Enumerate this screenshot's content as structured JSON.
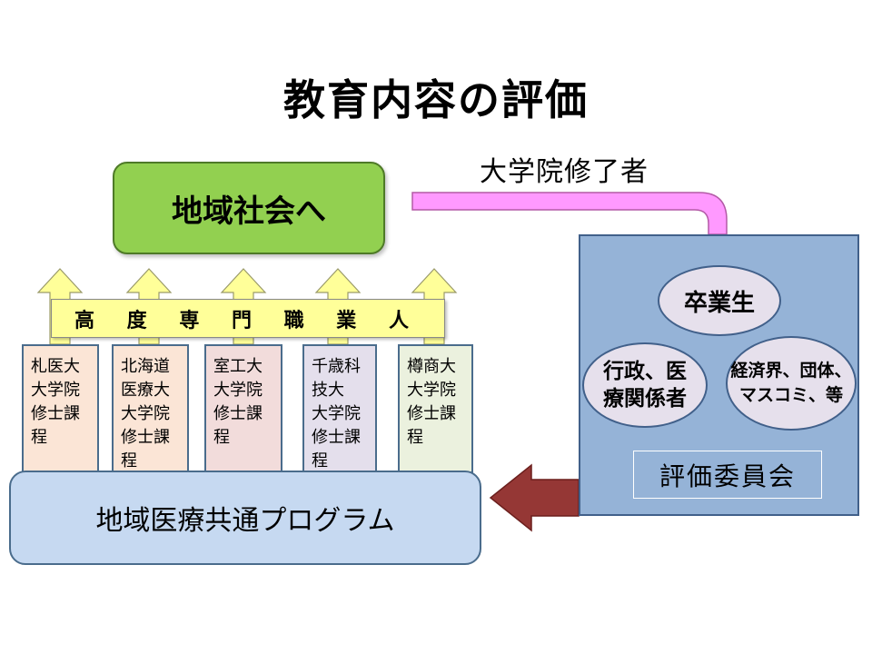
{
  "title": "教育内容の評価",
  "society_box": {
    "label": "地域社会へ"
  },
  "graduates_label": "大学院修了者",
  "banner": {
    "label": "高 度 専 門 職 業 人"
  },
  "courses": [
    {
      "label": "札医大\n大学院\n修士課\n程",
      "color": "#fbe5d6"
    },
    {
      "label": "北海道\n医療大\n大学院\n修士課\n程",
      "color": "#fbe5d6"
    },
    {
      "label": "室工大\n大学院\n修士課\n程",
      "color": "#f2dcdb"
    },
    {
      "label": "千歳科\n技大\n大学院\n修士課\n程",
      "color": "#e4dfec"
    },
    {
      "label": "樽商大\n大学院\n修士課\n程",
      "color": "#ebf1de"
    }
  ],
  "program": {
    "label": "地域医療共通プログラム"
  },
  "committee": {
    "graduates": "卒業生",
    "government": "行政、医\n療関係者",
    "economy": "経済界、団体、\nマスコミ、等",
    "label": "評価委員会"
  },
  "colors": {
    "society": "#92d050",
    "banner": "#ffff99",
    "up_arrow": "#ffff99",
    "program": "#c6d9f1",
    "committee": "#95b3d7",
    "ellipse": "#e6e0ec",
    "pink_connector": "#ff99ff",
    "feedback_arrow": "#953735"
  }
}
